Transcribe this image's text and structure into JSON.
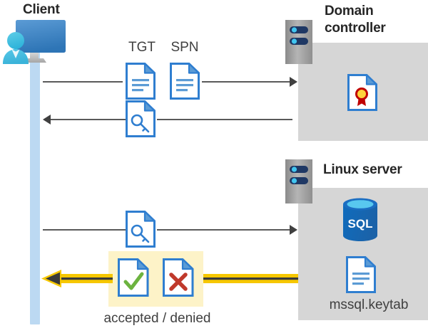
{
  "diagram": {
    "title_client": "Client",
    "title_domain_controller": "Domain\ncontroller",
    "title_domain_controller_line1": "Domain",
    "title_domain_controller_line2": "controller",
    "title_linux_server": "Linux server",
    "label_tgt": "TGT",
    "label_spn": "SPN",
    "label_keytab": "mssql.keytab",
    "label_result": "accepted / denied"
  },
  "icons": {
    "client": "client-workstation-icon",
    "server_rack_dc": "server-rack-icon",
    "server_rack_linux": "server-rack-icon",
    "certificate": "certificate-document-icon",
    "sql_database": "sql-database-icon",
    "keytab_document": "text-document-icon",
    "tgt_document": "text-document-icon",
    "spn_document": "text-document-icon",
    "ticket_key_1": "key-document-icon",
    "ticket_key_2": "key-document-icon",
    "accepted": "check-document-icon",
    "denied": "cross-document-icon"
  },
  "flows": [
    {
      "name": "client-to-dc-request",
      "direction": "right",
      "payload": [
        "TGT",
        "SPN"
      ]
    },
    {
      "name": "dc-to-client-ticket",
      "direction": "left",
      "payload": [
        "service-ticket"
      ]
    },
    {
      "name": "client-to-linux-ticket",
      "direction": "right",
      "payload": [
        "service-ticket"
      ]
    },
    {
      "name": "linux-to-client-result",
      "direction": "left",
      "payload": [
        "accepted / denied"
      ],
      "highlight": true
    }
  ],
  "colors": {
    "gray_panel": "#d6d6d6",
    "lifeline_blue": "#bcd9f2",
    "highlight_yellow": "#fdf3c8",
    "arrow_yellow": "#f6c700",
    "arrow_gray": "#595959",
    "doc_blue": "#2f7ed0",
    "sql_blue": "#1b6ec2",
    "accept_green": "#6cb33f",
    "deny_red": "#c0392b",
    "text_dark": "#262626"
  }
}
